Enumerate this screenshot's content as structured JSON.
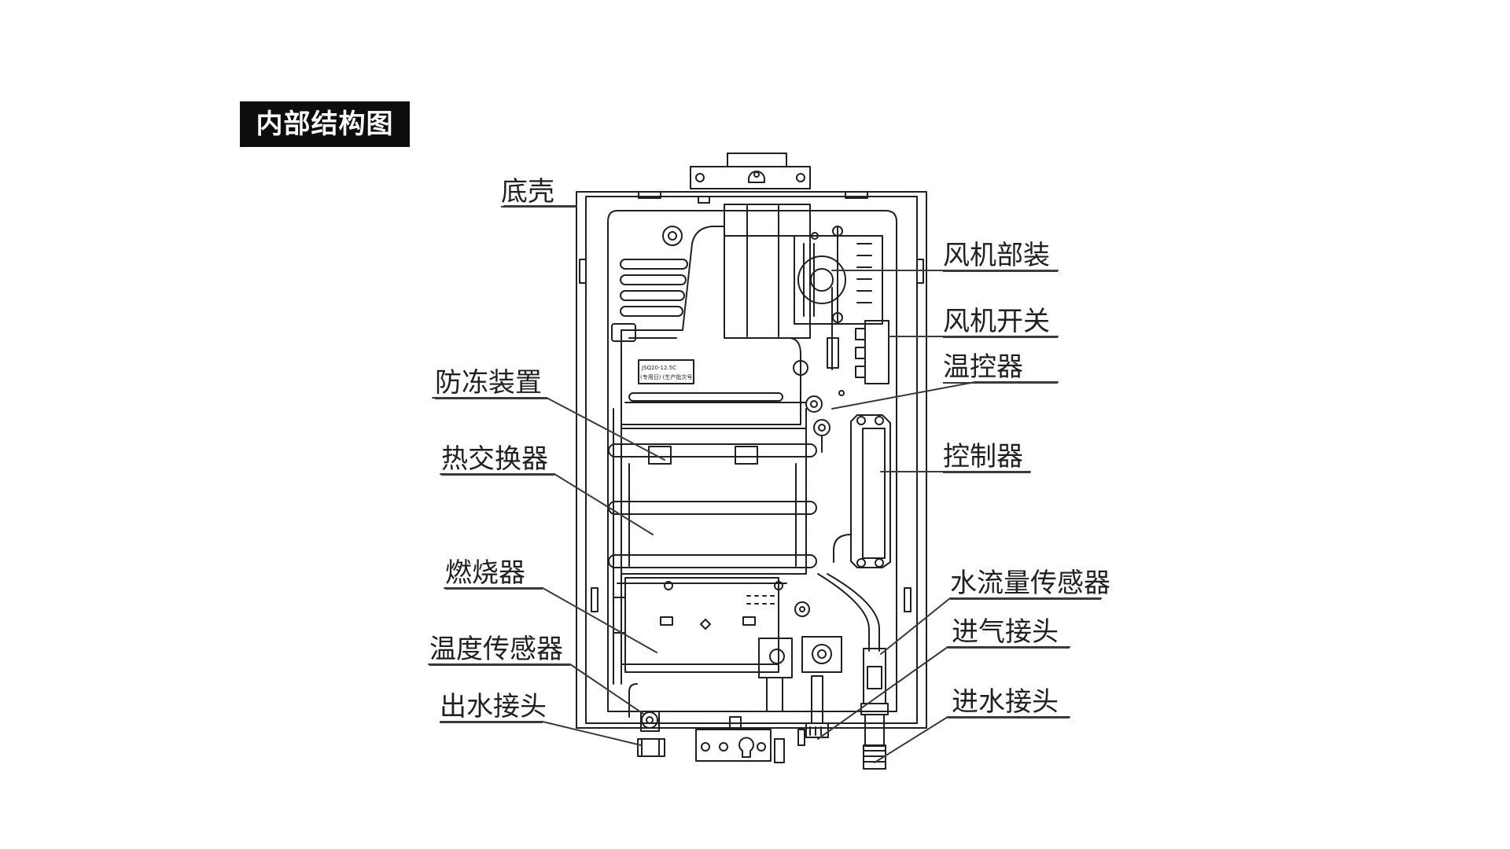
{
  "title": "内部结构图",
  "labels": {
    "shell": "底壳",
    "fan_assembly": "风机部装",
    "fan_switch": "风机开关",
    "thermostat": "温控器",
    "antifreeze": "防冻装置",
    "controller": "控制器",
    "heat_exchanger": "热交换器",
    "burner": "燃烧器",
    "water_flow_sensor": "水流量传感器",
    "temp_sensor": "温度传感器",
    "gas_inlet": "进气接头",
    "water_outlet": "出水接头",
    "water_inlet": "进水接头"
  },
  "nameplate": {
    "line1": "JSQ20-12.5C",
    "line2": "(专用日) (生产批次号)"
  },
  "colors": {
    "line": "#231f20",
    "title_bg": "#0d0d0d",
    "title_fg": "#ffffff"
  }
}
